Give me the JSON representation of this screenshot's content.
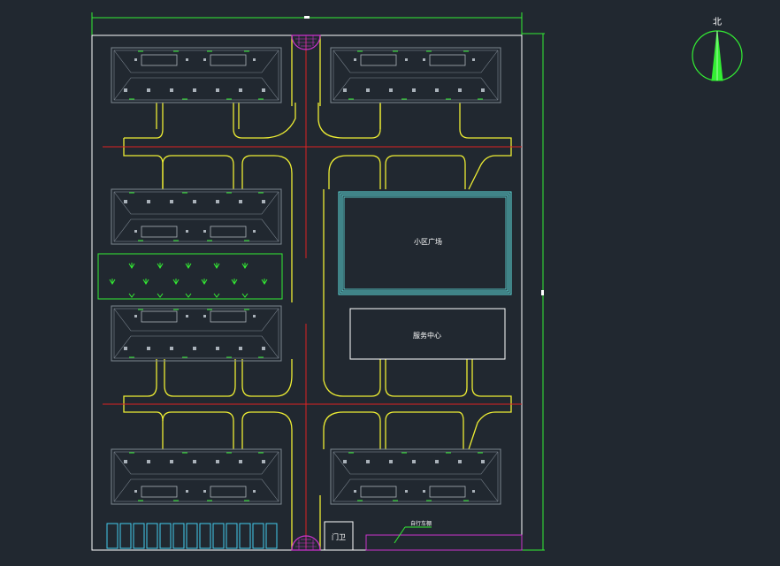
{
  "drawing": {
    "north_label": "北",
    "plaza_label": "小区广场",
    "service_center_label": "服务中心",
    "guardhouse_label": "门卫",
    "parking_label": "自行车棚"
  },
  "colors": {
    "background": "#212830",
    "boundary": "#ffffff",
    "dimension": "#33ee33",
    "road": "#eeee33",
    "axis": "#dd2222",
    "building": "#7d8791",
    "plaza": "#5fe0e0",
    "greenery": "#33ee33",
    "gate": "#cc33cc",
    "parking": "#44ccee"
  }
}
